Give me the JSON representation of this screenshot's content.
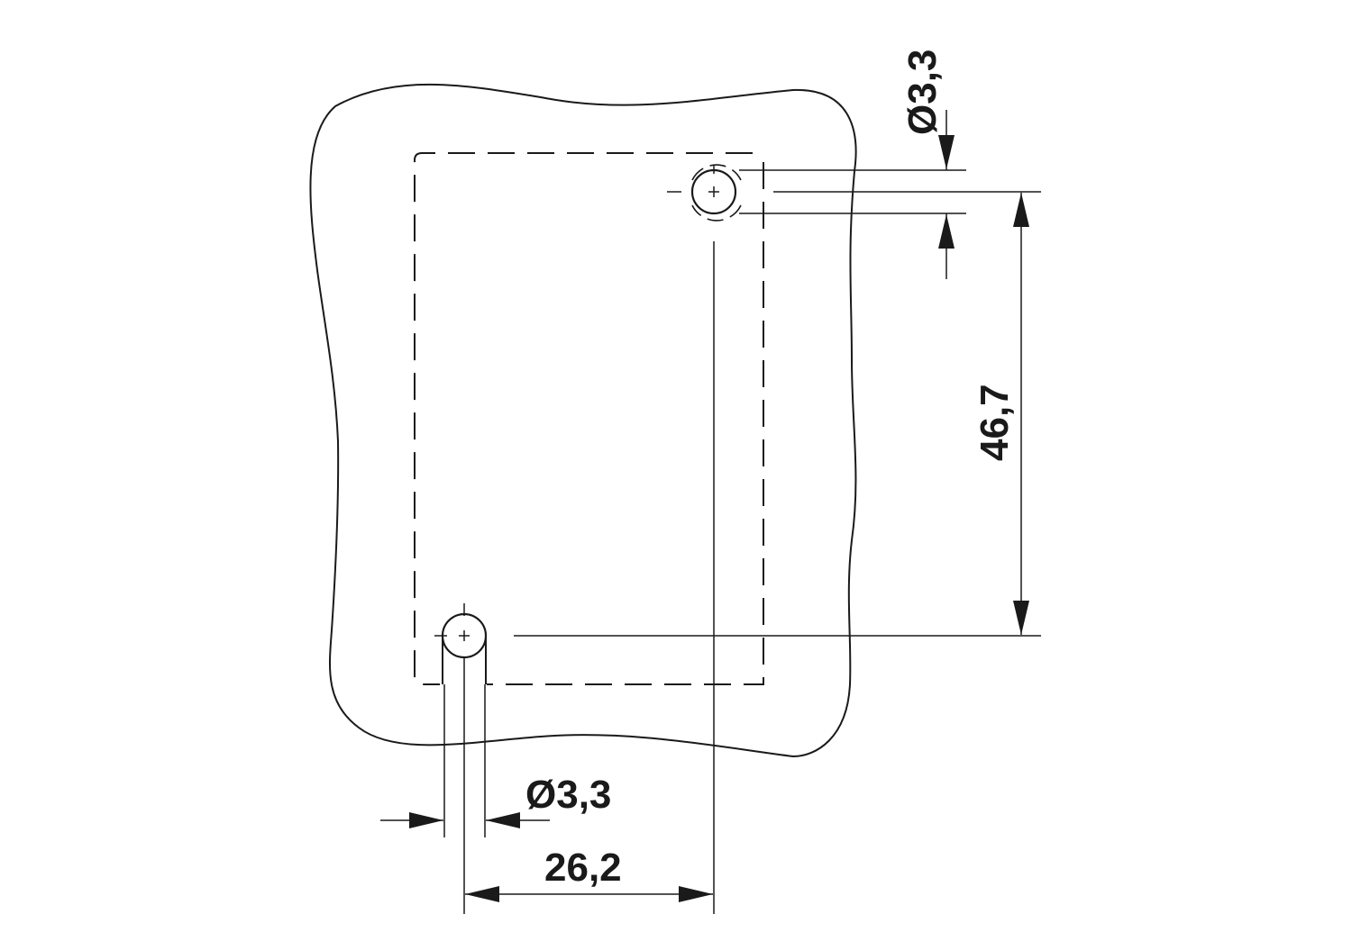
{
  "drawing": {
    "dimensions": {
      "hole_diameter_top": "Ø3,3",
      "hole_diameter_bottom": "Ø3,3",
      "vertical_spacing": "46,7",
      "horizontal_spacing": "26,2"
    },
    "line_color": "#1a1a1a",
    "background_color": "#ffffff"
  }
}
